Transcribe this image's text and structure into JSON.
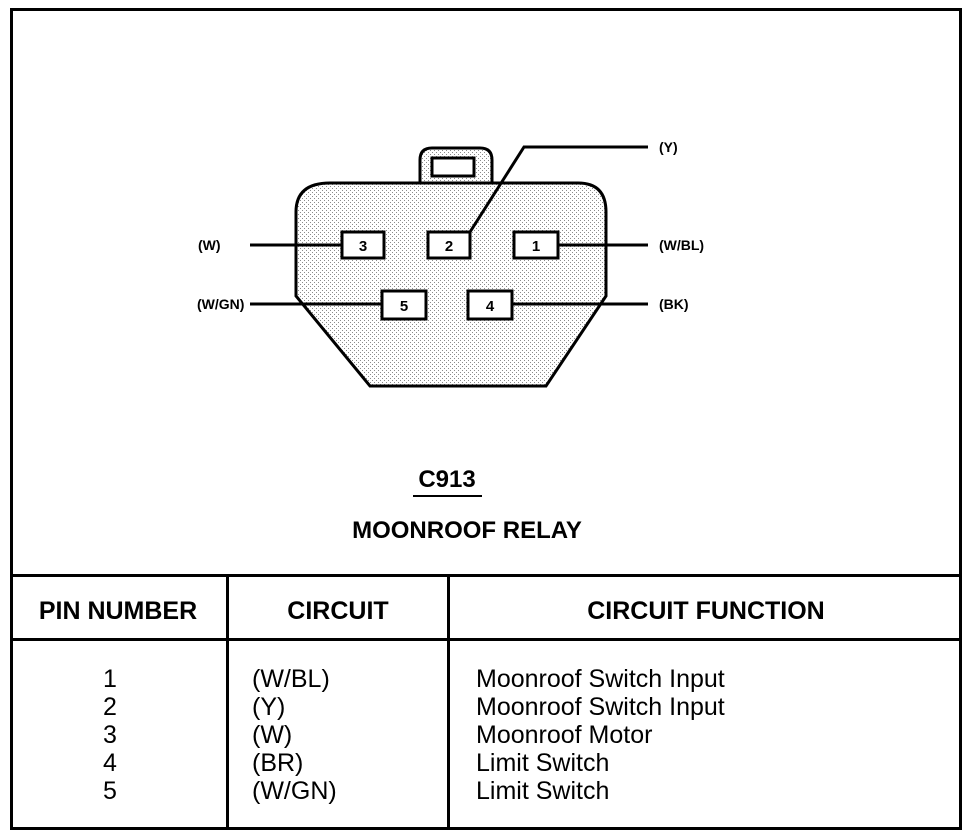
{
  "connector": {
    "code": "C913",
    "name": "MOONROOF RELAY",
    "pins": [
      {
        "number": "1",
        "wire_label": "(W/BL)"
      },
      {
        "number": "2",
        "wire_label": "(Y)"
      },
      {
        "number": "3",
        "wire_label": "(W)"
      },
      {
        "number": "4",
        "wire_label": "(BK)"
      },
      {
        "number": "5",
        "wire_label": "(W/GN)"
      }
    ]
  },
  "table": {
    "headers": {
      "pin_number": "PIN NUMBER",
      "circuit": "CIRCUIT",
      "circuit_function": "CIRCUIT FUNCTION"
    },
    "rows": [
      {
        "pin": "1",
        "circuit": "(W/BL)",
        "function": "Moonroof Switch Input"
      },
      {
        "pin": "2",
        "circuit": "(Y)",
        "function": "Moonroof Switch Input"
      },
      {
        "pin": "3",
        "circuit": "(W)",
        "function": "Moonroof Motor"
      },
      {
        "pin": "4",
        "circuit": "(BR)",
        "function": "Limit Switch"
      },
      {
        "pin": "5",
        "circuit": "(W/GN)",
        "function": "Limit Switch"
      }
    ]
  }
}
